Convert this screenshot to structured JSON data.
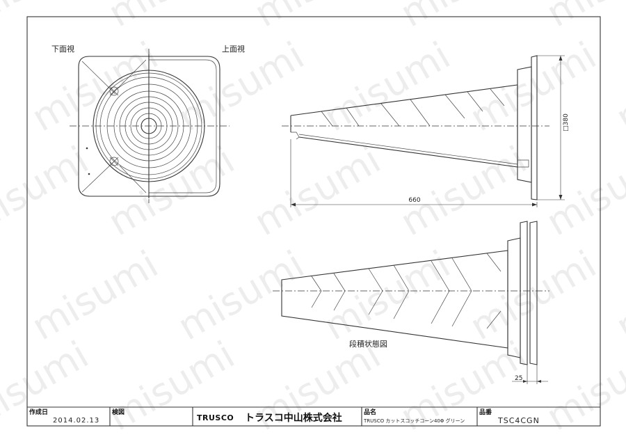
{
  "views": {
    "bottom_view_label": "下面視",
    "top_view_label": "上面視",
    "stacked_label": "段積状態図"
  },
  "dimensions": {
    "height": "□380",
    "length": "660",
    "stack_offset": "25"
  },
  "title_block": {
    "created_label": "作成日",
    "created_value": "2014.02.13",
    "checked_label": "検図",
    "checked_value": "",
    "company_logo_text": "TRUSCO",
    "company_name": "トラスコ中山株式会社",
    "product_name_label": "品名",
    "product_name_value": "TRUSCO カットスコッチコーン40Φ グリーン",
    "product_code_label": "品番",
    "product_code_value": "TSC4CGN"
  },
  "watermark": "misumi"
}
